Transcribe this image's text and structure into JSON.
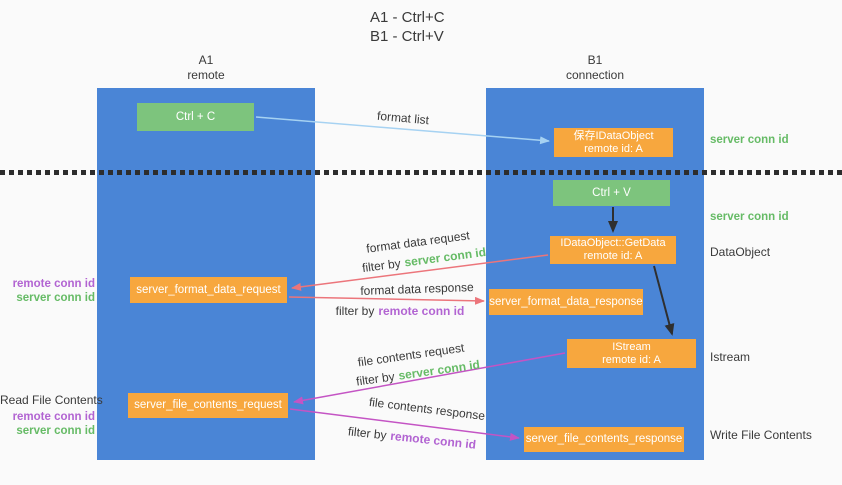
{
  "title": {
    "line1": "A1 - Ctrl+C",
    "line2": "B1 - Ctrl+V"
  },
  "lanes": {
    "a1": {
      "name": "A1",
      "role": "remote"
    },
    "b1": {
      "name": "B1",
      "role": "connection"
    }
  },
  "boxes": {
    "ctrl_c": "Ctrl + C",
    "ctrl_v": "Ctrl + V",
    "save_dataobject": {
      "line1": "保存IDataObject",
      "line2": "remote id: A"
    },
    "getdata": {
      "line1": "IDataObject::GetData",
      "line2": "remote id: A"
    },
    "istream": {
      "line1": "IStream",
      "line2": "remote id: A"
    },
    "server_format_data_request": "server_format_data_request",
    "server_format_data_response": "server_format_data_response",
    "server_file_contents_request": "server_file_contents_request",
    "server_file_contents_response": "server_file_contents_response"
  },
  "labels": {
    "server_conn_id": "server conn id",
    "remote_conn_id": "remote conn id",
    "dataobject": "DataObject",
    "istream": "Istream",
    "read_file_contents": "Read File Contents",
    "write_file_contents": "Write File Contents",
    "format_list": "format list",
    "format_data_request": "format data request",
    "format_data_response": "format data response",
    "file_contents_request": "file contents request",
    "file_contents_response": "file contents response",
    "filter_by": "filter by"
  },
  "colors": {
    "lane_blue": "#4a85d6",
    "box_green": "#7dc47d",
    "box_orange": "#f7a73e",
    "text_green": "#66bb66",
    "text_purple": "#b264d2",
    "arrow_red": "#ec757b",
    "arrow_magenta": "#c454c4",
    "arrow_light_blue": "#a6d2f2",
    "arrow_black": "#2f2f2f"
  }
}
